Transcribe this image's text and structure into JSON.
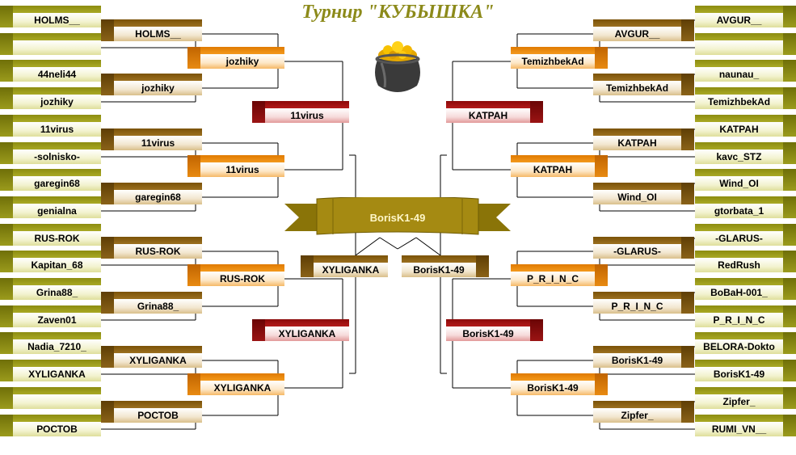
{
  "title": "Турнир \"КУБЫШКА\"",
  "champion": "BorisK1-49",
  "left": {
    "round1": [
      "HOLMS__",
      "",
      "44neli44",
      "jozhiky",
      "11virus",
      "-solnisko-",
      "garegin68",
      "genialna",
      "RUS-ROK",
      "Kapitan_68",
      "Grina88_",
      "Zaven01",
      "Nadia_7210_",
      "XYLIGANKA",
      "",
      "РОСТОВ"
    ],
    "round2": [
      "HOLMS__",
      "jozhiky",
      "11virus",
      "garegin68",
      "RUS-ROK",
      "Grina88_",
      "XYLIGANKA",
      "РОСТОВ"
    ],
    "round3": [
      "jozhiky",
      "11virus",
      "RUS-ROK",
      "XYLIGANKA"
    ],
    "round4": [
      "11virus",
      "XYLIGANKA"
    ],
    "semifinal": "XYLIGANKA"
  },
  "right": {
    "round1": [
      "AVGUR__",
      "",
      "naunau_",
      "TemizhbekAd",
      "KATPAH",
      "kavc_STZ",
      "Wind_OI",
      "gtorbata_1",
      "-GLARUS-",
      "RedRush",
      "BoBaH-001_",
      "P_R_I_N_C",
      "BELORA-Dokto",
      "BorisK1-49",
      "Zipfer_",
      "RUMI_VN__"
    ],
    "round2": [
      "AVGUR__",
      "TemizhbekAd",
      "KATPAH",
      "Wind_OI",
      "-GLARUS-",
      "P_R_I_N_C",
      "BorisK1-49",
      "Zipfer_"
    ],
    "round3": [
      "TemizhbekAd",
      "KATPAH",
      "P_R_I_N_C",
      "BorisK1-49"
    ],
    "round4": [
      "KATPAH",
      "BorisK1-49"
    ],
    "semifinal": "BorisK1-49"
  },
  "colors": {
    "round1": "#a9a925",
    "round2": "#9c7020",
    "round3": "#f39a1e",
    "round4": "#b31a1a",
    "semifinal": "#a08a12",
    "title": "#8c8a1a"
  },
  "icons": {
    "pot": "pot-of-gold-icon",
    "banner": "ribbon-banner"
  }
}
